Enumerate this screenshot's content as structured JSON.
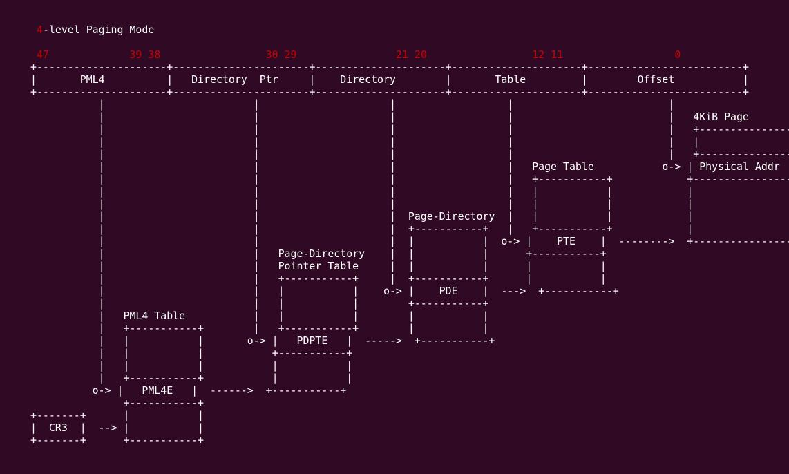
{
  "terminal": {
    "lines": [
      "",
      " <r>4</r>-level Paging Mode",
      "",
      " <r>47</r>             <r>39 38</r>                 <r>30 29</r>                <r>21 20</r>                 <r>12 11</r>                  <r>0</r>",
      "+---------------------+----------------------+---------------------+---------------------+-------------------------+",
      "|       PML4          |   Directory  Ptr     |    Directory        |       Table         |        Offset           |",
      "+---------------------+----------------------+---------------------+---------------------+-------------------------+",
      "           |                        |                     |                  |                         |",
      "           |                        |                     |                  |                         |   4KiB Page",
      "           |                        |                     |                  |                         |   +----------------+",
      "           |                        |                     |                  |                         |   |                |",
      "           |                        |                     |                  |                         |   +----------------+",
      "           |                        |                     |                  |   Page Table           o-> | Physical Addr  |",
      "           |                        |                     |                  |   +-----------+            +----------------+",
      "           |                        |                     |                  |   |           |            |                |",
      "           |                        |                     |                  |   |           |            |                |",
      "           |                        |                     |  Page-Directory  |   |           |            |                |",
      "           |                        |                     |  +-----------+   |   +-----------+            |                |",
      "           |                        |                     |  |           |  o-> |    PTE    |  -------->  +----------------+",
      "           |                        |   Page-Directory    |  |           |      +-----------+",
      "           |                        |   Pointer Table     |  |           |      |           |",
      "           |                        |   +-----------+     |  +-----------+      |           |",
      "           |                        |   |           |    o-> |    PDE    |  --->  +-----------+",
      "           |                        |   |           |        +-----------+",
      "           |   PML4 Table           |   |           |        |           |",
      "           |   +-----------+        |   +-----------+        |           |",
      "           |   |           |       o-> |   PDPTE   |  ----->  +-----------+",
      "           |   |           |           +-----------+",
      "           |   |           |           |           |",
      "           |   +-----------+           |           |",
      "          o-> |   PML4E   |  ------>  +-----------+",
      "               +-----------+",
      "+-------+      |           |",
      "|  CR3  |  --> |           |",
      "+-------+      +-----------+"
    ]
  }
}
